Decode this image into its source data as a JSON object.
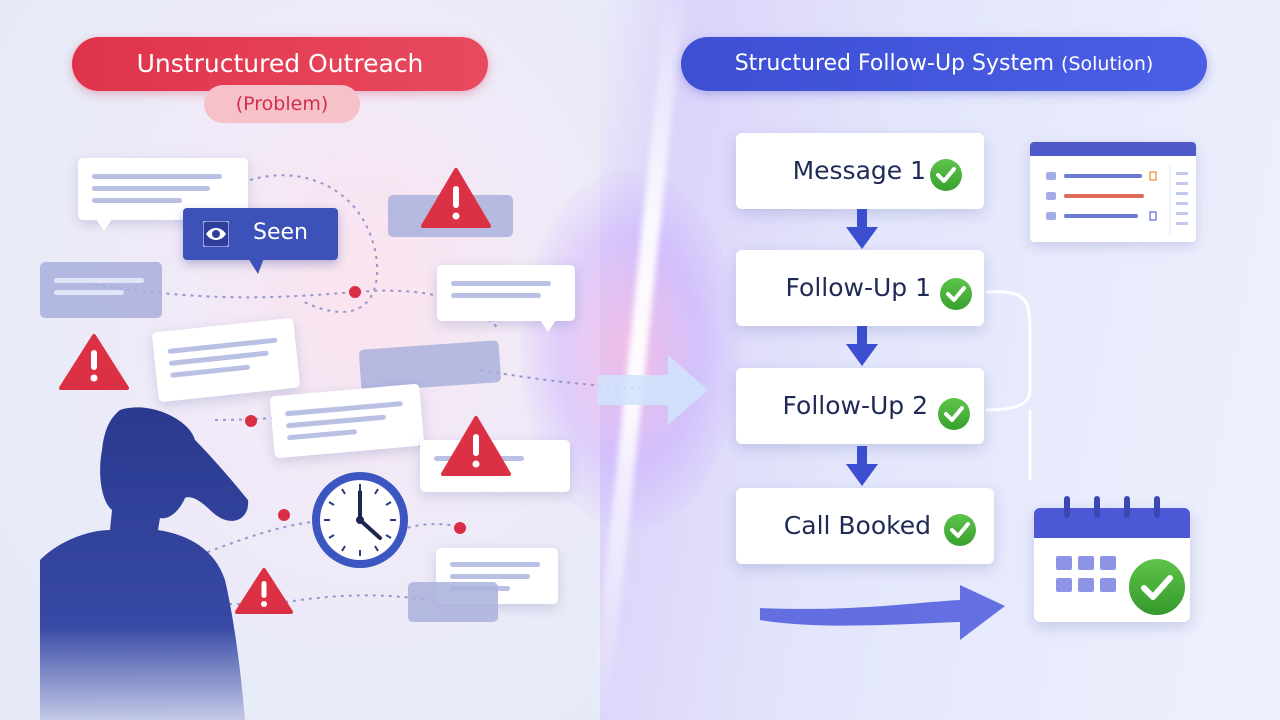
{
  "left": {
    "title": "Unstructured Outreach",
    "subtitle": "(Problem)",
    "seen_label": "Seen"
  },
  "right": {
    "title": "Structured Follow-Up System",
    "title_suffix": "(Solution)",
    "steps": [
      {
        "label": "Message 1",
        "status": "done"
      },
      {
        "label": "Follow-Up 1",
        "status": "done"
      },
      {
        "label": "Follow-Up 2",
        "status": "done"
      },
      {
        "label": "Call Booked",
        "status": "done"
      }
    ]
  },
  "colors": {
    "problem_red": "#e0334b",
    "solution_blue": "#3d4fd3",
    "check_green": "#44ad36"
  },
  "icons": [
    "speech-bubble-icon",
    "eye-icon",
    "warning-icon",
    "clock-icon",
    "person-stressed-icon",
    "check-icon",
    "calendar-icon",
    "crm-panel-icon",
    "arrow-right-icon",
    "arrow-down-icon"
  ]
}
